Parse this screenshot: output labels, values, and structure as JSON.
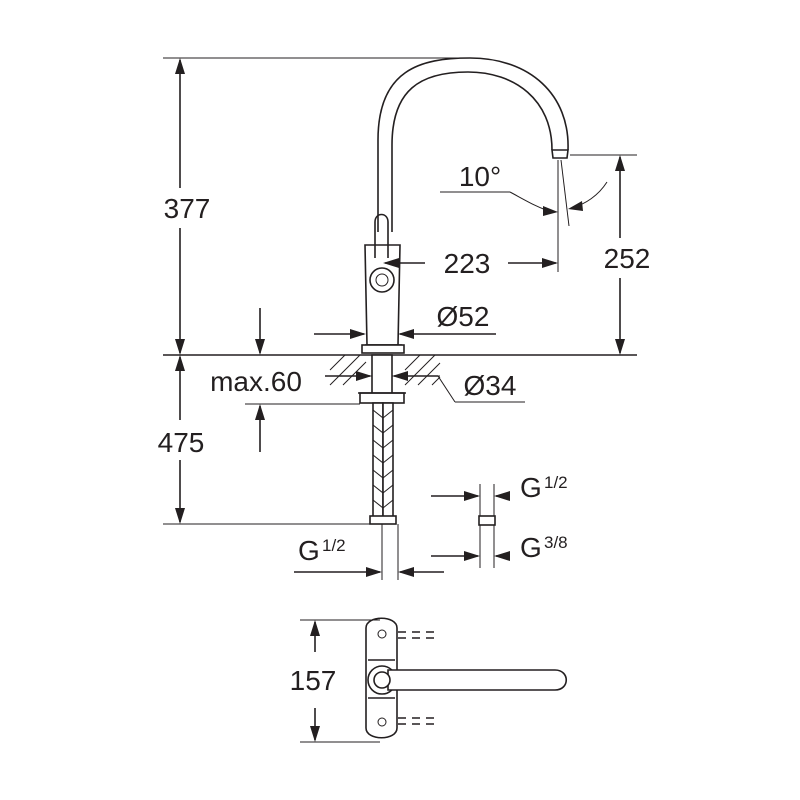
{
  "dimensions": {
    "total_height": "377",
    "spout_height": "252",
    "spout_reach": "223",
    "spout_angle": "10°",
    "base_diameter": "Ø52",
    "hole_diameter": "Ø34",
    "max_thickness": "max.60",
    "hose_length": "475",
    "connection_main": "G",
    "connection_main_fraction": "1/2",
    "connection_a": "G",
    "connection_a_fraction": "1/2",
    "connection_b": "G",
    "connection_b_fraction": "3/8",
    "plan_width": "157"
  },
  "colors": {
    "line": "#231f20",
    "background": "#ffffff"
  }
}
